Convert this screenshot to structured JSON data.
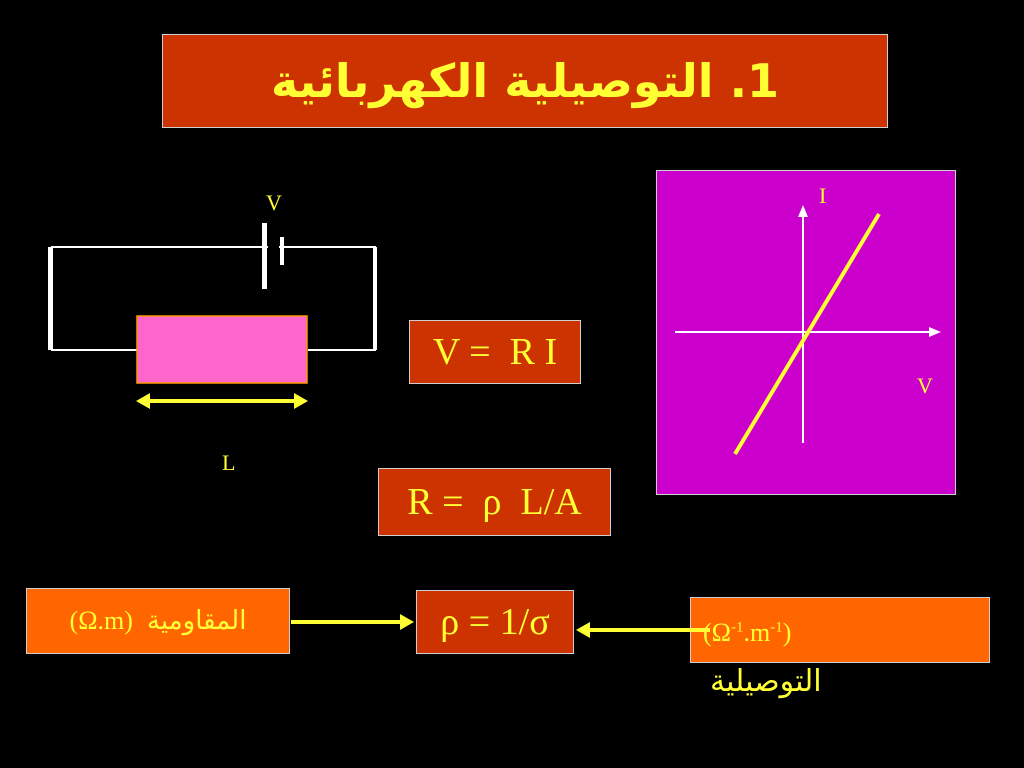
{
  "title": "1. التوصيلية الكهربائية",
  "circuit": {
    "voltage_label": "V",
    "length_label": "L"
  },
  "formulas": {
    "ohm": "V =  R I",
    "resistance": "R =  ρ  L/A",
    "relation": "ρ = 1/σ"
  },
  "graph": {
    "y_label": "I",
    "x_label": "V"
  },
  "resistivity": {
    "unit": "(Ω.m)",
    "label": "المقاومية"
  },
  "conductivity": {
    "unit_base1": "(Ω",
    "unit_exp1": "-1",
    "unit_mid": ".m",
    "unit_exp2": "-1",
    "unit_end": ")",
    "label": "التوصيلية"
  },
  "colors": {
    "background": "#000000",
    "title_box": "#cc3300",
    "text": "#ffff33",
    "resistor": "#ff66cc",
    "graph_panel": "#cc00cc",
    "orange_box": "#ff6600"
  }
}
